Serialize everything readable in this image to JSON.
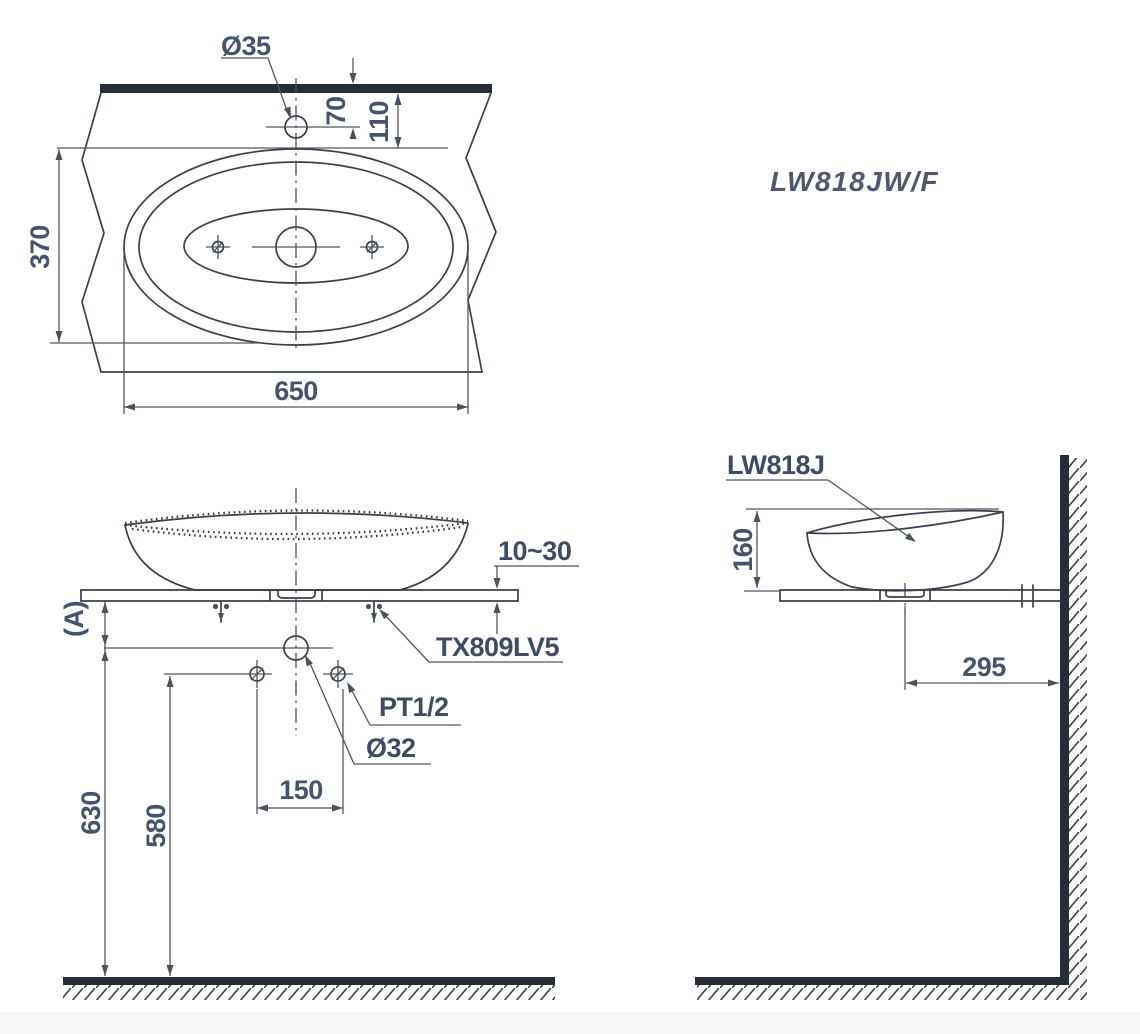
{
  "drawing": {
    "model_full": "LW818JW/F",
    "side_model": "LW818J",
    "faucet_model": "TX809LV5",
    "top": {
      "hole_dia": "Ø35",
      "hole_offset": "70",
      "rim_offset": "110",
      "depth": "370",
      "width": "650"
    },
    "front": {
      "thickness": "10~30",
      "gap": "(A)",
      "drain_height": "630",
      "supply_height": "580",
      "spacing": "150",
      "supply_thread": "PT1/2",
      "drain_dia": "Ø32"
    },
    "side": {
      "height": "160",
      "wall_dist": "295"
    },
    "colors": {
      "line": "#3a404b",
      "solid": "#272d36",
      "text": "#44536f"
    }
  }
}
